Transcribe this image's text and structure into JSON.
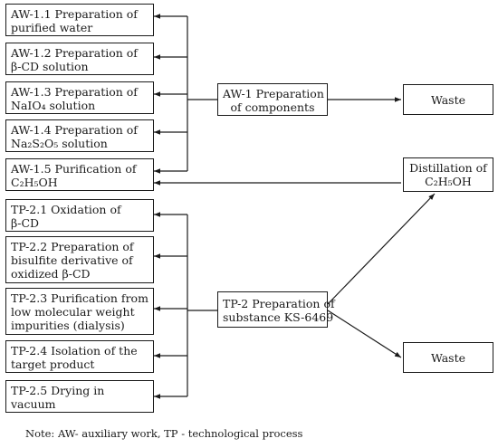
{
  "aw_steps": [
    {
      "lines": [
        "AW-1.1 Preparation of",
        "purified water"
      ]
    },
    {
      "lines": [
        "AW-1.2 Preparation of",
        "β-CD solution"
      ]
    },
    {
      "lines": [
        "AW-1.3 Preparation of",
        "NaIO₄ solution"
      ]
    },
    {
      "lines": [
        "AW-1.4 Preparation of",
        "Na₂S₂O₅ solution"
      ]
    },
    {
      "lines": [
        "AW-1.5 Purification of",
        "C₂H₅OH"
      ]
    }
  ],
  "tp_steps": [
    {
      "lines": [
        "TP-2.1 Oxidation of",
        "β-CD"
      ]
    },
    {
      "lines": [
        "TP-2.2 Preparation of",
        "bisulfite derivative of",
        "oxidized β-CD"
      ]
    },
    {
      "lines": [
        "TP-2.3 Purification from",
        "low molecular weight",
        "impurities (dialysis)"
      ]
    },
    {
      "lines": [
        "TP-2.4 Isolation of the",
        "target product"
      ]
    },
    {
      "lines": [
        "TP-2.5 Drying in",
        "vacuum"
      ]
    }
  ],
  "aw_main": {
    "lines": [
      "AW-1 Preparation",
      "of components"
    ]
  },
  "tp_main": {
    "lines": [
      "TP-2 Preparation of",
      "substance KS-6469"
    ]
  },
  "waste_top": {
    "label": "Waste"
  },
  "waste_bottom": {
    "label": "Waste"
  },
  "distillation": {
    "lines": [
      "Distillation of",
      "C₂H₅OH"
    ]
  },
  "note": "Note: AW- auxiliary work, TP - technological process"
}
